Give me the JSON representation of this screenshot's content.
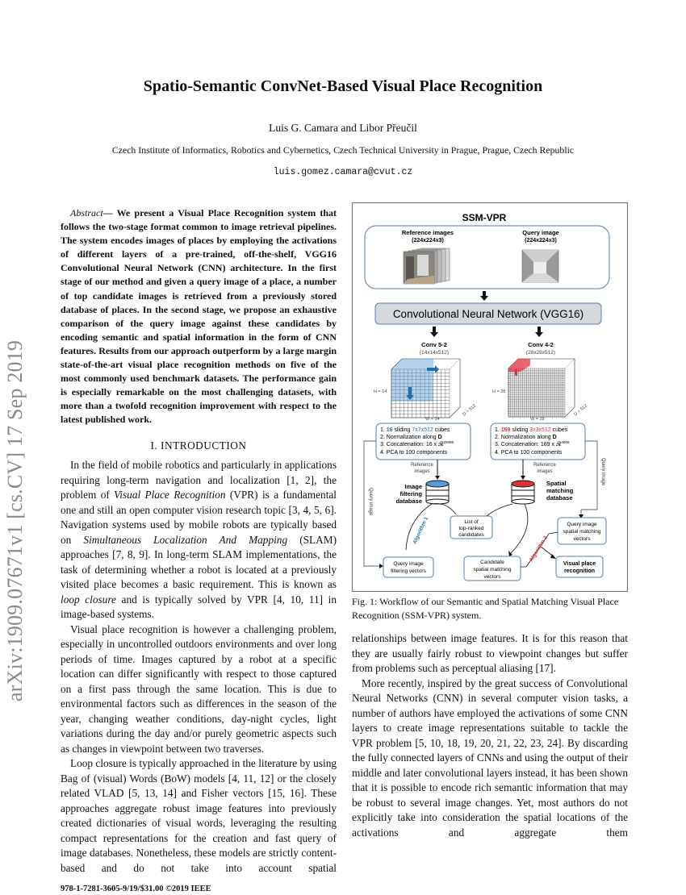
{
  "header": {
    "title": "Spatio-Semantic ConvNet-Based Visual Place Recognition",
    "authors": "Luis G. Camara and Libor Přeučil",
    "affiliation": "Czech Institute of Informatics, Robotics and Cybernetics, Czech Technical University in Prague, Prague, Czech Republic",
    "email": "luis.gomez.camara@cvut.cz"
  },
  "sidebar": {
    "arxiv_id": "arXiv:1909.07671v1  [cs.CV]  17 Sep 2019"
  },
  "abstract": {
    "label": "Abstract",
    "text": "— We present a Visual Place Recognition system that follows the two-stage format common to image retrieval pipelines. The system encodes images of places by employing the activations of different layers of a pre-trained, off-the-shelf, VGG16 Convolutional Neural Network (CNN) architecture. In the first stage of our method and given a query image of a place, a number of top candidate images is retrieved from a previously stored database of places. In the second stage, we propose an exhaustive comparison of the query image against these candidates by encoding semantic and spatial information in the form of CNN features. Results from our approach outperform by a large margin state-of-the-art visual place recognition methods on five of the most commonly used benchmark datasets. The performance gain is especially remarkable on the most challenging datasets, with more than a twofold recognition improvement with respect to the latest published work."
  },
  "intro": {
    "heading": "I. INTRODUCTION",
    "left_paragraphs": [
      [
        {
          "t": "In the field of mobile robotics and particularly in applications requiring long-term navigation and localization [1, 2], the problem of "
        },
        {
          "t": "Visual Place Recognition",
          "i": true
        },
        {
          "t": " (VPR) is a fundamental one and still an open computer vision research topic [3, 4, 5, 6]. Navigation systems used by mobile robots are typically based on "
        },
        {
          "t": "Simultaneous Localization And Mapping",
          "i": true
        },
        {
          "t": " (SLAM) approaches [7, 8, 9]. In long-term SLAM implementations, the task of determining whether a robot is located at a previously visited place becomes a basic requirement. This is known as "
        },
        {
          "t": "loop closure",
          "i": true
        },
        {
          "t": " and is typically solved by VPR [4, 10, 11] in image-based systems."
        }
      ],
      [
        {
          "t": "Visual place recognition is however a challenging problem, especially in uncontrolled outdoors environments and over long periods of time. Images captured by a robot at a specific location can differ significantly with respect to those captured on a first pass through the same location. This is due to environmental factors such as differences in the season of the year, changing weather conditions, day-night cycles, light variations during the day and/or purely geometric aspects such as changes in viewpoint between two traverses."
        }
      ],
      [
        {
          "t": "Loop closure is typically approached in the literature by using Bag of (visual) Words (BoW) models [4, 11, 12] or the closely related VLAD [5, 13, 14] and Fisher vectors [15, 16]. These approaches aggregate robust image features into previously created dictionaries of visual words, leveraging the resulting compact representations for the creation and fast query of image databases. Nonetheless, these models are strictly content-based and do not take into account spatial"
        }
      ]
    ],
    "right_paragraphs": [
      [
        {
          "t": "relationships between image features. It is for this reason that they are usually fairly robust to viewpoint changes but suffer from problems such as perceptual aliasing [17]."
        }
      ],
      [
        {
          "t": "More recently, inspired by the great success of Convolutional Neural Networks (CNN) in several computer vision tasks, a number of authors have employed the activations of some CNN layers to create image representations suitable to tackle the VPR problem [5, 10, 18, 19, 20, 21, 22, 23, 24]. By discarding the fully connected layers of CNNs and using the output of their middle and later convolutional layers instead, it has been shown that it is possible to encode rich semantic information that may be robust to several image changes. Yet, most authors do not explicitly take into consideration the spatial locations of the activations and aggregate them"
        }
      ]
    ]
  },
  "figure": {
    "title": "SSM-VPR",
    "reference_images": "Reference images",
    "reference_dims": "(224x224x3)",
    "query_image": "Query image",
    "query_dims": "(224x224x3)",
    "cnn": "Convolutional Neural Network (VGG16)",
    "conv_left": "Conv 5-2",
    "conv_left_dims": "(14x14x512)",
    "conv_right": "Conv 4-2",
    "conv_right_dims": "(28x28x512)",
    "h_left": "H = 14",
    "w_left": "W = 14",
    "d_left": "D = 512",
    "h_right": "H = 28",
    "w_right": "W = 28",
    "d_right": "D = 512",
    "left_box": {
      "l1_pre": "1. ",
      "l1_num": "16",
      "l1_mid": " sliding ",
      "l1_cube": "7x7x512",
      "l1_post": " cubes",
      "l2": "2. Normalization along ",
      "l2b": "D",
      "l3": "3. Concatenation: 16 x ",
      "l3sym": "𝓡",
      "l3sup": "25088",
      "l4": "4. PCA to 100 components"
    },
    "right_box": {
      "l1_pre": "1. ",
      "l1_num": "169",
      "l1_mid": " sliding ",
      "l1_cube": "3x3x512",
      "l1_post": " cubes",
      "l2": "2. Normalization along ",
      "l2b": "D",
      "l3": "3. Concatenation: 169 x ",
      "l3sym": "𝓡",
      "l3sup": "4608",
      "l4": "4. PCA to 100 components"
    },
    "ref_label_1": "Reference",
    "ref_label_2": "images",
    "db_left": [
      "Image",
      "filtering",
      "database"
    ],
    "db_right": [
      "Spatial",
      "matching",
      "database"
    ],
    "query_image_vertical": "Query image",
    "list_box": [
      "List of",
      "top-ranked",
      "candidates"
    ],
    "query_filter_box": [
      "Query image",
      "filtering vectors"
    ],
    "query_spatial_box": [
      "Query image",
      "spatial matching",
      "vectors"
    ],
    "candidate_box": [
      "Candidate",
      "spatial matching",
      "vectors"
    ],
    "vpr_box": [
      "Visual place",
      "recognition"
    ],
    "algorithm1": "Algorithm 1",
    "algorithm2": "Algorithm 2",
    "colors": {
      "blue": "#1f6fb5",
      "red": "#e0323c",
      "box_border": "#5a7ea8",
      "cnn_fill": "#d5d9de"
    }
  },
  "caption": "Fig. 1: Workflow of our Semantic and Spatial Matching Visual Place Recognition (SSM-VPR) system.",
  "footer": "978-1-7281-3605-9/19/$31.00 ©2019 IEEE"
}
